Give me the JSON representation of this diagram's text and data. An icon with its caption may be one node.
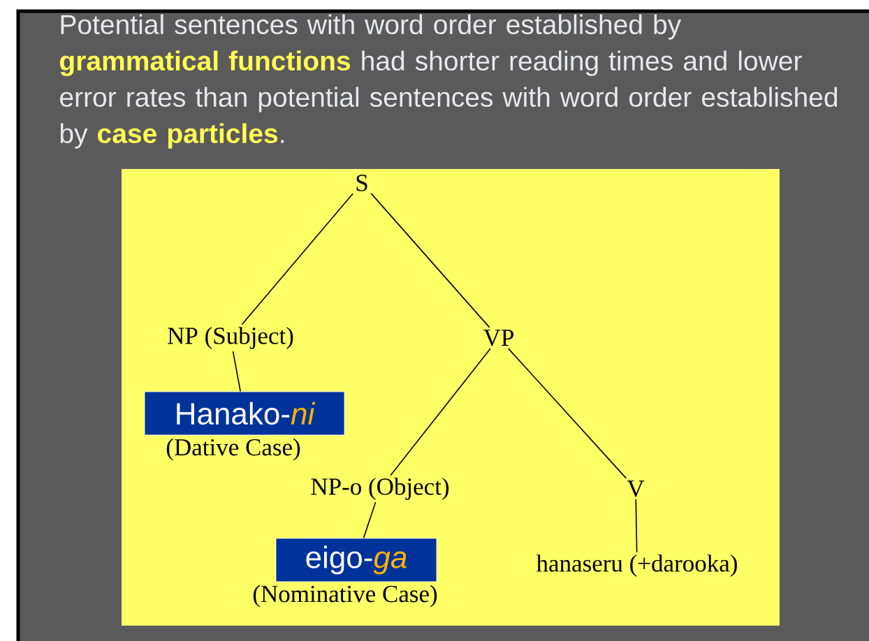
{
  "diagram": {
    "title": "Potential sentences with word order established by **grammatical functions** had shorter reading times and lower error rates than potential sentences with word order established by **case particles**.",
    "nodes": [
      {
        "text": [
          "S"
        ]
      },
      {
        "text": [
          "NP (Subject)"
        ]
      },
      {
        "text": [
          "VP"
        ]
      },
      {
        "text": [
          "Hanako-*ni*"
        ],
        "beside": [
          "(Dative Case)"
        ]
      },
      {
        "text": [
          "NP-o (Object)"
        ]
      },
      {
        "text": [
          "V"
        ]
      },
      {
        "text": [
          "eigo-*ga*"
        ],
        "beside": [
          "(Nominative Case)"
        ]
      },
      {
        "text": [
          "hanaseru (+darooka)"
        ]
      }
    ],
    "edges": [
      {
        "from": 0,
        "to": 1,
        "arrow": "none"
      },
      {
        "from": 0,
        "to": 2,
        "arrow": "none"
      },
      {
        "from": 1,
        "to": 3,
        "arrow": "none"
      },
      {
        "from": 2,
        "to": 4,
        "arrow": "none"
      },
      {
        "from": 2,
        "to": 5,
        "arrow": "none"
      },
      {
        "from": 4,
        "to": 6,
        "arrow": "none"
      },
      {
        "from": 5,
        "to": 7,
        "arrow": "none"
      }
    ]
  }
}
